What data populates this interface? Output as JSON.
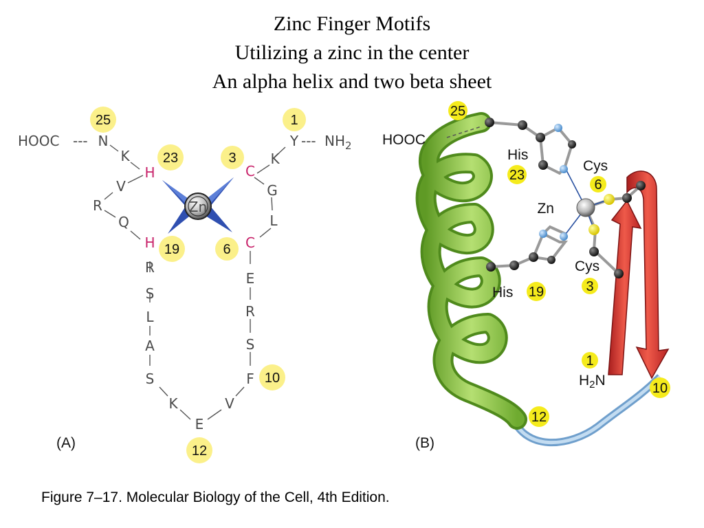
{
  "title": {
    "line1": "Zinc Finger Motifs",
    "line2": "Utilizing a zinc in the center",
    "line3": "An alpha helix and two beta sheet"
  },
  "panel_a": {
    "label": "(A)",
    "cterm": "HOOC",
    "nterm": "NH2",
    "zinc": "Zn",
    "residues": [
      "Y",
      "K",
      "C",
      "G",
      "L",
      "C",
      "E",
      "R",
      "S",
      "F",
      "V",
      "E",
      "K",
      "S",
      "A",
      "L",
      "S",
      "R",
      "H",
      "Q",
      "R",
      "V",
      "H",
      "K",
      "N"
    ],
    "numbers": [
      "1",
      "3",
      "6",
      "10",
      "12",
      "19",
      "23",
      "25"
    ],
    "highlight_color": "#c8226a",
    "number_bubble_color": "#fbf08a"
  },
  "panel_b": {
    "label": "(B)",
    "cterm": "HOOC",
    "nterm": "H2N",
    "zinc": "Zn",
    "his23": "His",
    "his19": "His",
    "cys6": "Cys",
    "cys3": "Cys",
    "numbers": [
      "25",
      "23",
      "6",
      "19",
      "3",
      "1",
      "10",
      "12"
    ],
    "helix_color": "#8cc63f",
    "sheet_color": "#e03a3a",
    "loop_color": "#8fb8dc"
  },
  "caption": "Figure 7–17. Molecular Biology of the Cell, 4th Edition."
}
